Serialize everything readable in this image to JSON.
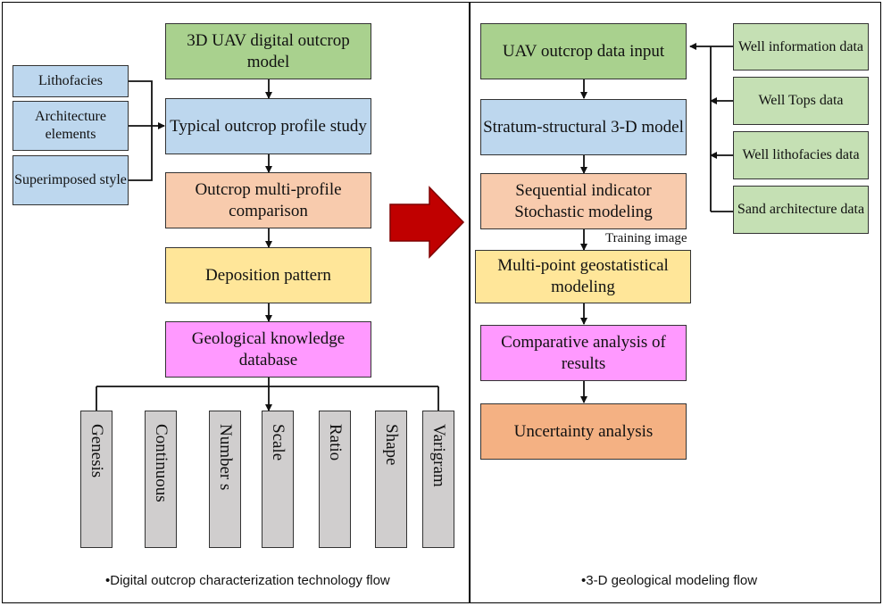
{
  "left": {
    "main_flow": [
      "3D UAV digital outcrop model",
      "Typical outcrop profile study",
      "Outcrop multi-profile comparison",
      "Deposition pattern",
      "Geological knowledge database"
    ],
    "inputs": [
      "Lithofacies",
      "Architecture elements",
      "Superimposed style"
    ],
    "parameters": [
      "Genesis",
      "Continuous",
      "Number s",
      "Scale",
      "Ratio",
      "Shape",
      "Varigram"
    ],
    "caption": "•Digital outcrop characterization technology flow"
  },
  "right": {
    "main_flow": [
      "UAV outcrop data input",
      "Stratum-structural 3-D model",
      "Sequential indicator Stochastic modeling",
      "Multi-point geostatistical modeling",
      "Comparative analysis of results",
      "Uncertainty analysis"
    ],
    "data_sources": [
      "Well information data",
      "Well Tops data",
      "Well lithofacies data",
      "Sand architecture data"
    ],
    "edge_label": "Training image",
    "caption": "•3-D geological modeling flow"
  },
  "colors": {
    "arrow": "#c00000",
    "green": "#a9d18e",
    "blue": "#bdd7ee",
    "peach": "#f8cbad",
    "yellow": "#ffe699",
    "magenta": "#ff99ff",
    "orange": "#f4b183",
    "light_green": "#c5e0b4",
    "gray": "#d0cece"
  }
}
